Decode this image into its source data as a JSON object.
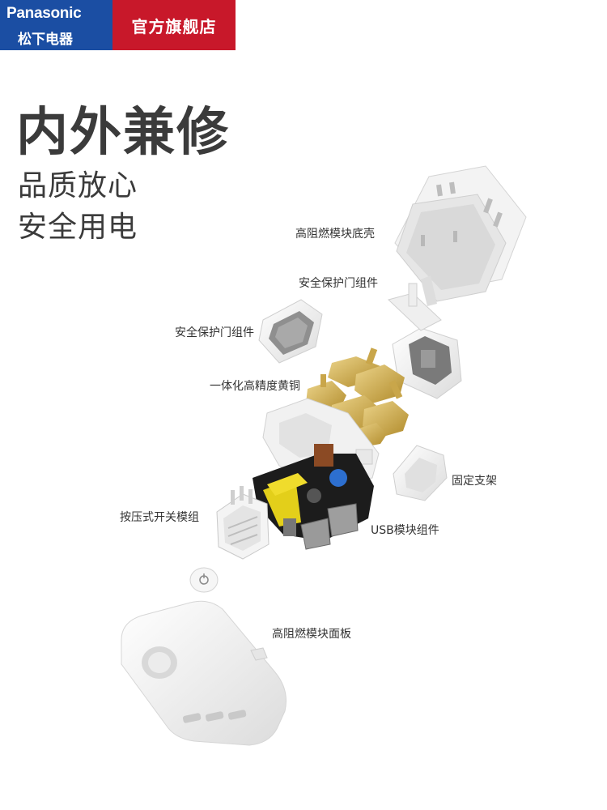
{
  "badge": {
    "brand_en": "Panasonic",
    "brand_cn": "松下电器",
    "store": "官方旗舰店"
  },
  "headline": "内外兼修",
  "subline1": "品质放心",
  "subline2": "安全用电",
  "parts": {
    "base_shell": "高阻燃模块底壳",
    "safety_door_right": "安全保护门组件",
    "safety_door_left": "安全保护门组件",
    "brass": "一体化高精度黄铜",
    "bracket": "固定支架",
    "push_switch": "按压式开关模组",
    "usb_module": "USB模块组件",
    "front_panel": "高阻燃模块面板"
  },
  "colors": {
    "brand_blue": "#1b4ea3",
    "store_red": "#c8182a",
    "text": "#333333",
    "brass": "#c8a64a",
    "switch_yellow": "#e3cf1a"
  }
}
